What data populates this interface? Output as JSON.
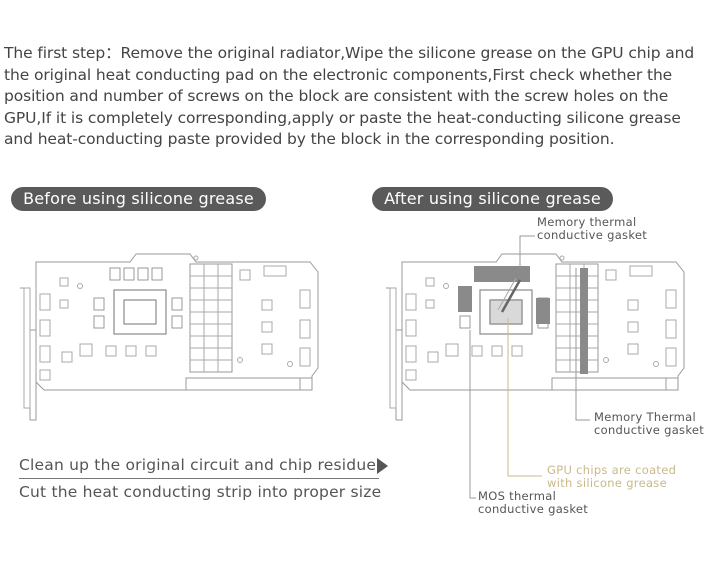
{
  "intro_text": "The first step：Remove the original radiator,Wipe the silicone grease on the GPU chip and the original heat conducting pad on the electronic components,First check whether the position and number of screws on the block are consistent with the screw holes on the GPU,If it is completely corresponding,apply or paste the heat-conducting silicone grease and heat-conducting paste provided by the block in the corresponding position.",
  "before_label": "Before using silicone grease",
  "after_label": "After using silicone grease",
  "callouts": {
    "memory_top_1": "Memory thermal",
    "memory_top_2": "conductive gasket",
    "memory_right_1": "Memory Thermal",
    "memory_right_2": "conductive gasket",
    "gpu_1": "GPU chips are coated",
    "gpu_2": "with silicone grease",
    "mos_1": "MOS thermal",
    "mos_2": "conductive gasket"
  },
  "steps": {
    "clean": "Clean up the original circuit and chip residue",
    "cut": "Cut the heat conducting strip into proper size"
  },
  "colors": {
    "pill_bg": "#5a5a5a",
    "line": "#9a9a9a",
    "gold": "#c9b98a",
    "pad": "#8a8a8a"
  }
}
